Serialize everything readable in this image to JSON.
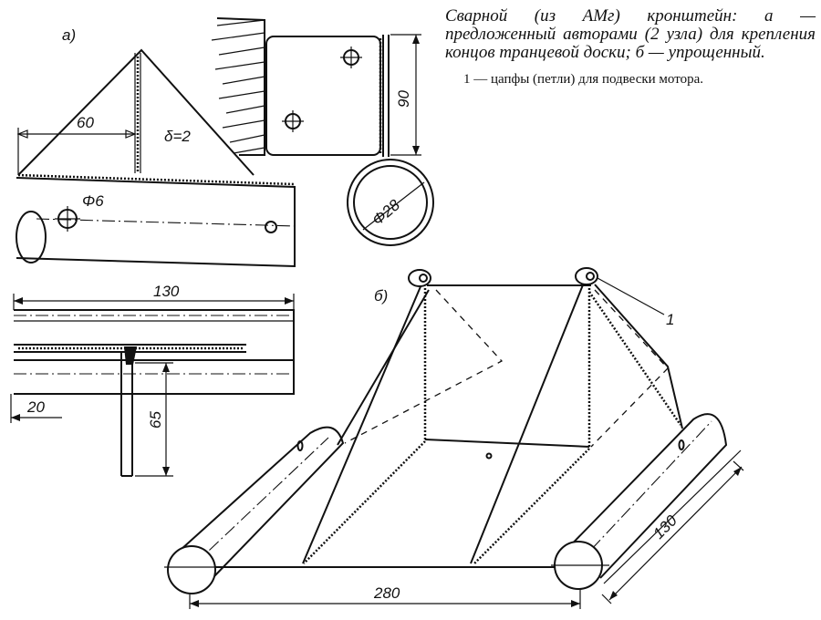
{
  "caption": {
    "title": "Сварной (из АМг) кронштейн: а — предложенный авторами (2 узла) для крепления концов транцевой доски; б — упрощенный.",
    "note": "1 — цапфы (петли) для подвески мотора."
  },
  "labels": {
    "view_a": "а)",
    "view_b": "б)",
    "dim_60": "60",
    "thickness": "δ=2",
    "hole_dia": "Φ6",
    "dim_90": "90",
    "tube_dia": "Φ28",
    "dim_130_top": "130",
    "dim_20": "20",
    "dim_65": "65",
    "callout_1": "1",
    "dim_130_tube": "130",
    "dim_280": "280"
  }
}
